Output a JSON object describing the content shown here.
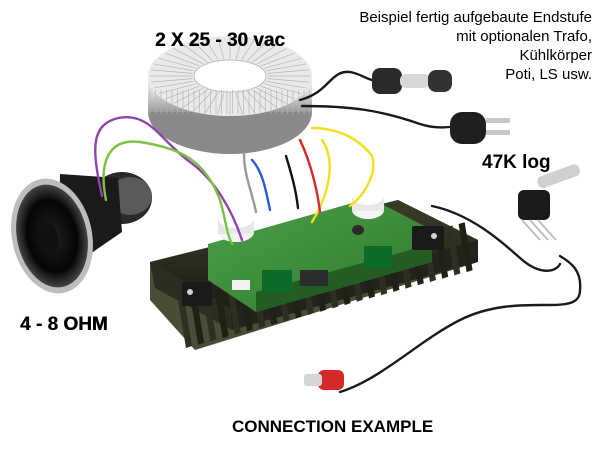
{
  "labels": {
    "transformer_voltage": "2 X 25 - 30 vac",
    "speaker_impedance": "4 - 8 OHM",
    "potentiometer": "47K log",
    "title": "CONNECTION EXAMPLE"
  },
  "caption_lines": [
    "Beispiel fertig aufgebaute Endstufe",
    "mit optionalen Trafo,",
    "Kühlkörper",
    "Poti, LS usw."
  ],
  "colors": {
    "heatsink": "#2b2d1d",
    "pcb": "#3c8a3a",
    "wire_purple": "#8e44ad",
    "wire_green": "#7cc242",
    "wire_yellow": "#f2e01b",
    "wire_red": "#d62828",
    "wire_blue": "#2e5bd8",
    "wire_white": "#f0f0f0",
    "wire_black": "#111111"
  }
}
